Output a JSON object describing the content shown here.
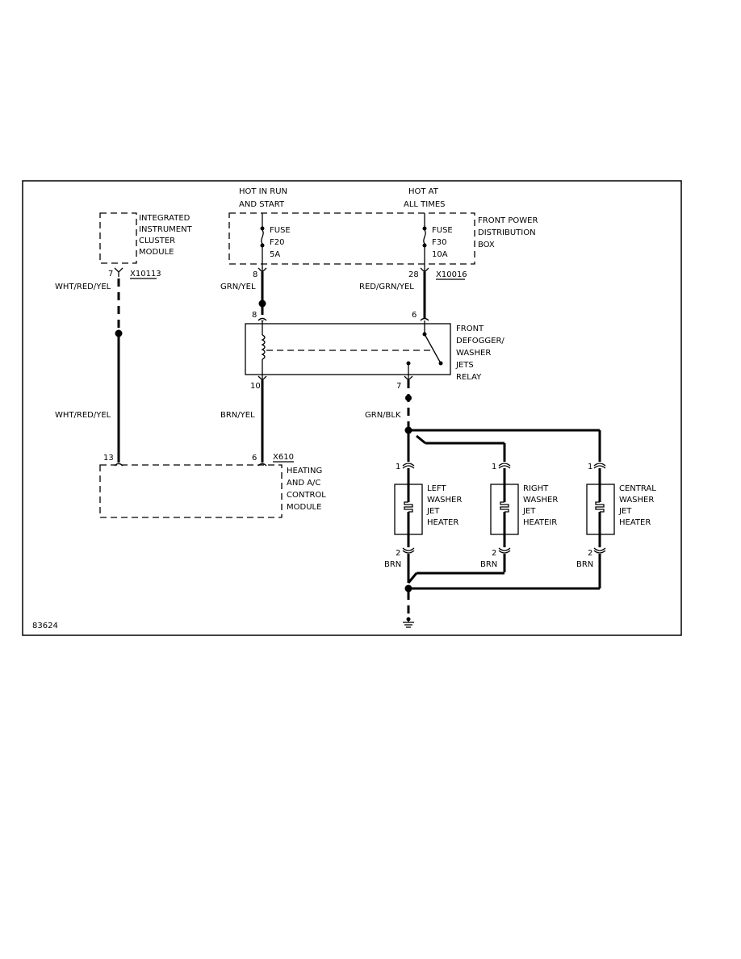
{
  "power": {
    "hot_run_1": "HOT IN RUN",
    "hot_run_2": "AND START",
    "hot_all_1": "HOT AT",
    "hot_all_2": "ALL TIMES"
  },
  "modules": {
    "iic_1": "INTEGRATED",
    "iic_2": "INSTRUMENT",
    "iic_3": "CLUSTER",
    "iic_4": "MODULE",
    "fpdb_1": "FRONT POWER",
    "fpdb_2": "DISTRIBUTION",
    "fpdb_3": "BOX",
    "relay_1": "FRONT",
    "relay_2": "DEFOGGER/",
    "relay_3": "WASHER",
    "relay_4": "JETS",
    "relay_5": "RELAY",
    "hvac_1": "HEATING",
    "hvac_2": "AND A/C",
    "hvac_3": "CONTROL",
    "hvac_4": "MODULE"
  },
  "fuses": {
    "f20_1": "FUSE",
    "f20_2": "F20",
    "f20_3": "5A",
    "f30_1": "FUSE",
    "f30_2": "F30",
    "f30_3": "10A"
  },
  "connectors": {
    "x10113": "X10113",
    "x10016": "X10016",
    "x610": "X610"
  },
  "pins": {
    "iic_7": "7",
    "f20_8": "8",
    "f30_28": "28",
    "relay_8": "8",
    "relay_6": "6",
    "relay_10": "10",
    "relay_7": "7",
    "hvac_13": "13",
    "hvac_6": "6",
    "left_1": "1",
    "right_1": "1",
    "central_1": "1",
    "left_2": "2",
    "right_2": "2",
    "central_2": "2"
  },
  "wires": {
    "wht_red_yel_1": "WHT/RED/YEL",
    "wht_red_yel_2": "WHT/RED/YEL",
    "grn_yel": "GRN/YEL",
    "red_grn_yel": "RED/GRN/YEL",
    "brn_yel": "BRN/YEL",
    "grn_blk": "GRN/BLK",
    "brn_left": "BRN",
    "brn_right": "BRN",
    "brn_central": "BRN"
  },
  "heaters": {
    "left": [
      "LEFT",
      "WASHER",
      "JET",
      "HEATER"
    ],
    "right": [
      "RIGHT",
      "WASHER",
      "JET",
      "HEATEIR"
    ],
    "central": [
      "CENTRAL",
      "WASHER",
      "JET",
      "HEATER"
    ]
  },
  "figure_id": "83624"
}
